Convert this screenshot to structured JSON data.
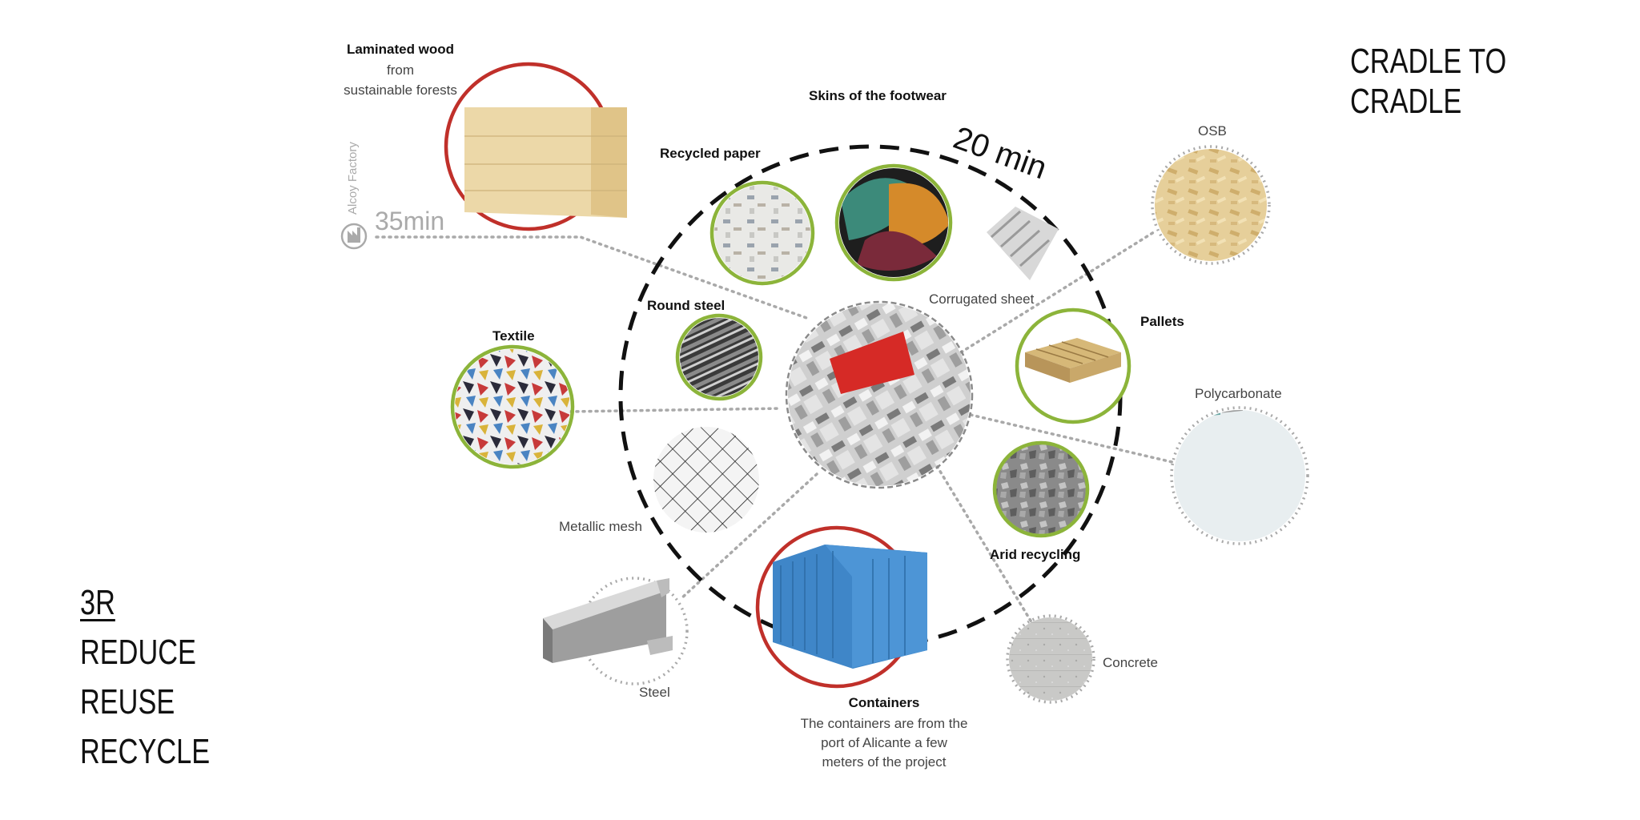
{
  "header": {
    "title": "CRADLE TO CRADLE"
  },
  "strategy": {
    "heading": "3R",
    "items": [
      "REDUCE",
      "REUSE",
      "RECYCLE"
    ]
  },
  "times": {
    "inner_ring": "20 min",
    "factory": "35min"
  },
  "factory_label": "Alcoy Factory",
  "materials": {
    "laminated_wood": {
      "line1": "Laminated wood",
      "line2": "from",
      "line3": "sustainable forests"
    },
    "skins": "Skins of the footwear",
    "recycled_paper": "Recycled paper",
    "corrugated_sheet": "Corrugated sheet",
    "osb": "OSB",
    "pallets": "Pallets",
    "round_steel": "Round steel",
    "textile": "Textile",
    "polycarbonate": "Polycarbonate",
    "metallic_mesh": "Metallic mesh",
    "arid_recycling": "Arid recycling",
    "steel": "Steel",
    "concrete": "Concrete",
    "containers": {
      "title": "Containers",
      "line1": "The containers are from the",
      "line2": "port of Alicante a few",
      "line3": "meters of the project"
    }
  },
  "colors": {
    "red_ring": "#c0302a",
    "green_ring": "#8cb43a",
    "dotted": "#a9a9a9",
    "dashed_ring": "#111111",
    "site_red": "#d62a26"
  }
}
